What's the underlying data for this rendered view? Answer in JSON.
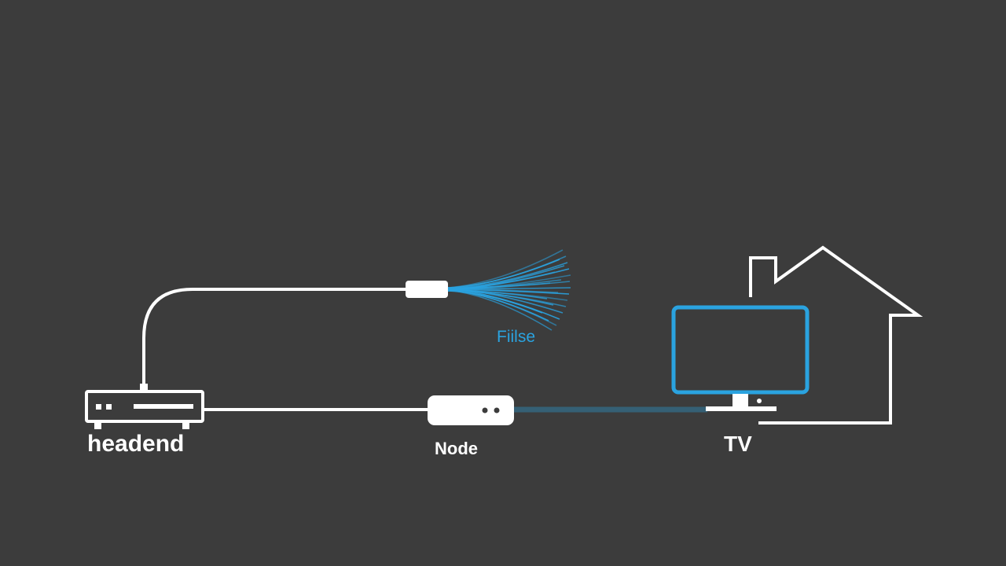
{
  "labels": {
    "headend": "headend",
    "node": "Node",
    "fiber": "Fiilse",
    "tv": "TV"
  },
  "colors": {
    "background": "#3c3c3c",
    "line": "#ffffff",
    "accent": "#2aa3e0",
    "label_text": "#ffffff"
  },
  "icons": {
    "headend": "headend-device-icon",
    "node": "node-device-icon",
    "fiber": "fiber-strands-icon",
    "tv": "tv-monitor-icon",
    "house": "house-outline-icon"
  }
}
